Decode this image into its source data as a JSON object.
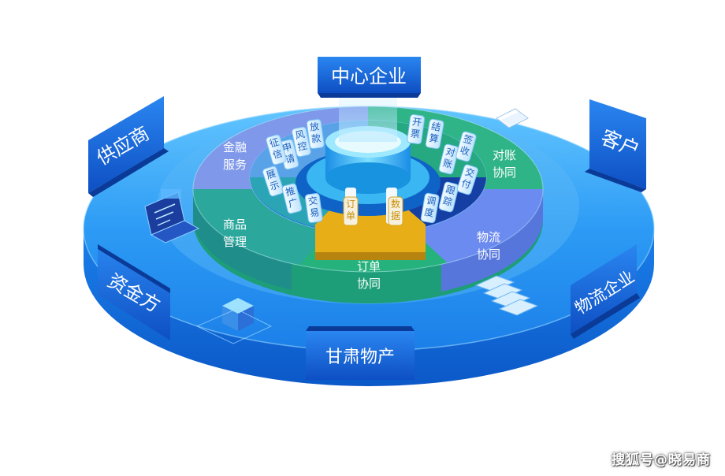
{
  "center": {
    "title": "中心企业"
  },
  "stakeholders": {
    "supplier": "供应商",
    "customer": "客户",
    "funder": "资金方",
    "logistics": "物流企业",
    "gansu": "甘肃物产"
  },
  "sectors": {
    "finance": [
      "金融",
      "服务"
    ],
    "reconcile": [
      "对账",
      "协同"
    ],
    "goods": [
      "商品",
      "管理"
    ],
    "logistics": [
      "物流",
      "协同"
    ],
    "order": [
      "订单",
      "协同"
    ]
  },
  "tags": {
    "loan": "放款",
    "risk": "风控",
    "apply": "申请",
    "credit": "征信",
    "display": "展示",
    "promote": "推广",
    "trade": "交易",
    "order": "订单",
    "data": "数据",
    "dispatch": "调度",
    "track": "跟踪",
    "deliver": "交付",
    "check": "对账",
    "sign": "签收",
    "settle": "结算",
    "invoice": "开票"
  },
  "colors": {
    "platform": "#1b8ef5",
    "finance": "#7a95ec",
    "reconcile": "#2db184",
    "goods": "#2aa89b",
    "logistics": "#6b88f0",
    "order": "#27b07f",
    "core": "#e7ad1a",
    "panel": "#1763d6"
  },
  "watermark": "搜狐号@晓易商"
}
